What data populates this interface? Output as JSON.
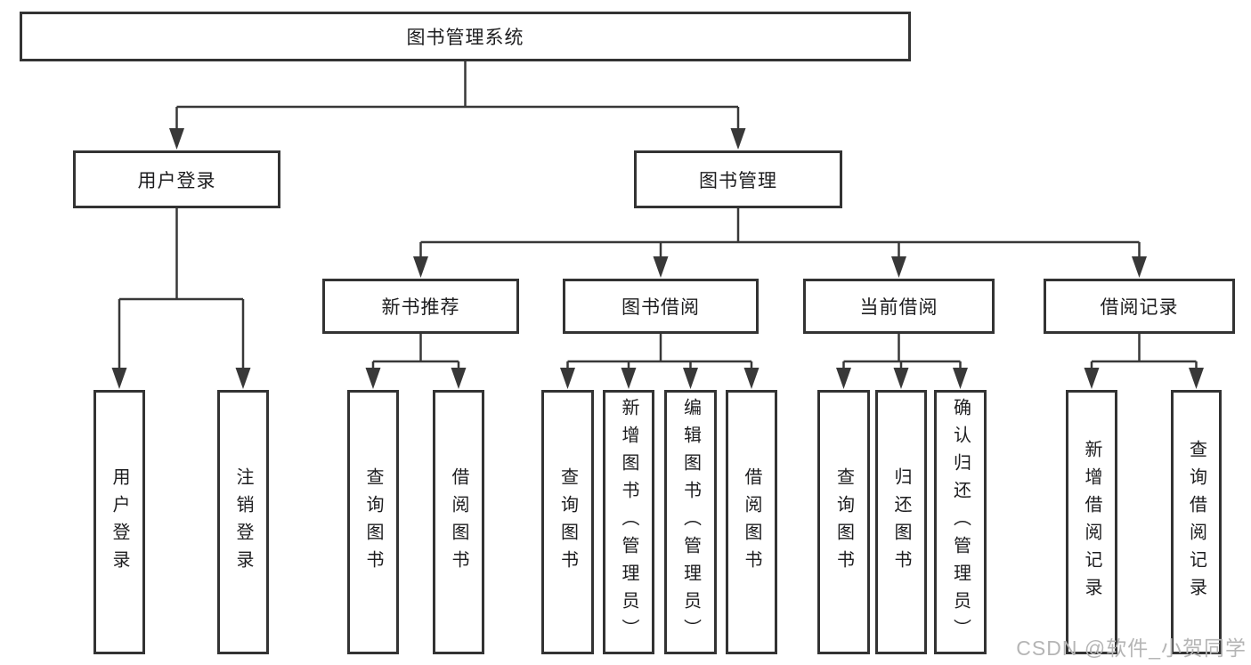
{
  "diagram": {
    "root": {
      "label": "图书管理系统"
    },
    "level2": {
      "user_login": {
        "label": "用户登录"
      },
      "book_mgmt": {
        "label": "图书管理"
      }
    },
    "level3": {
      "new_book_rec": {
        "label": "新书推荐"
      },
      "book_borrow": {
        "label": "图书借阅"
      },
      "current_borrow": {
        "label": "当前借阅"
      },
      "borrow_records": {
        "label": "借阅记录"
      }
    },
    "leaves": {
      "user_login_children": [
        "用户登录",
        "注销登录"
      ],
      "new_book_rec_children": [
        "查询图书",
        "借阅图书"
      ],
      "book_borrow_children": [
        "查询图书",
        "新增图书（管理员）",
        "编辑图书（管理员）",
        "借阅图书"
      ],
      "current_borrow_children": [
        "查询图书",
        "归还图书",
        "确认归还（管理员）"
      ],
      "borrow_records_children": [
        "新增借阅记录",
        "查询借阅记录"
      ]
    }
  },
  "watermark": "CSDN @软件_小贺同学",
  "colors": {
    "line": "#383838",
    "box_border": "#333333",
    "text": "#1d1d1f",
    "background": "#ffffff",
    "watermark_gray": "#b5b5b5"
  }
}
